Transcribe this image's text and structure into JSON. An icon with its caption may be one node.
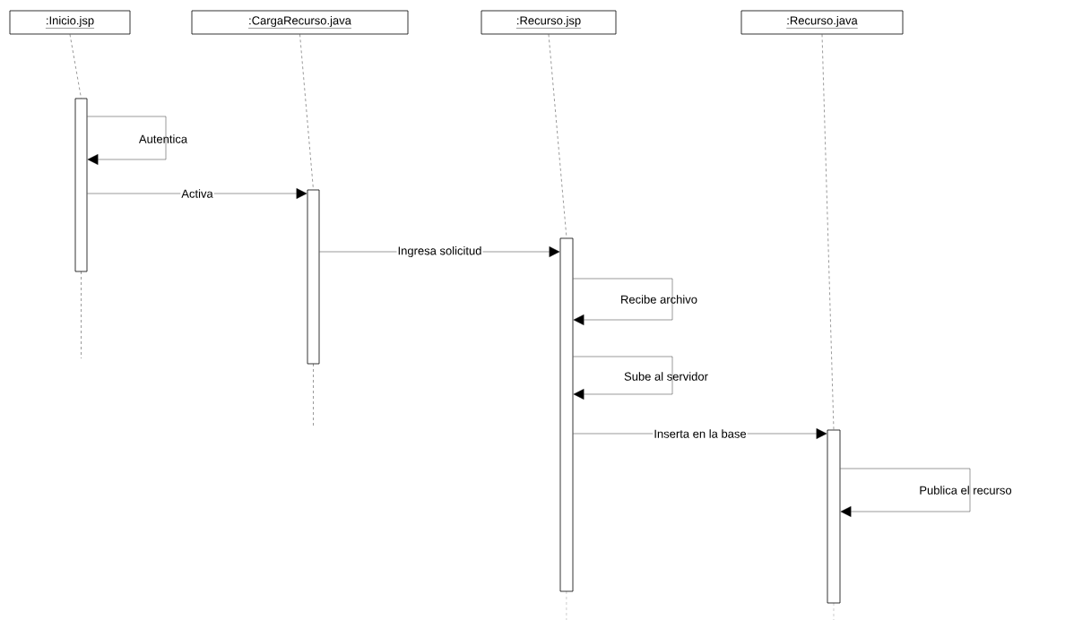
{
  "diagram": {
    "nodes": [
      {
        "text": [
          ":Inicio.jsp"
        ]
      },
      {
        "text": [
          ":CargaRecurso.java"
        ]
      },
      {
        "text": [
          ":Recurso.jsp"
        ]
      },
      {
        "text": [
          ":Recurso.java"
        ]
      },
      {
        "text": [],
        "shape": "bar"
      },
      {
        "text": [],
        "shape": "bar"
      },
      {
        "text": [],
        "shape": "bar"
      },
      {
        "text": [],
        "shape": "bar"
      }
    ],
    "edges": [
      {
        "from": 0,
        "to": 4,
        "arrow": "none",
        "style": "dashed"
      },
      {
        "from": 1,
        "to": 5,
        "arrow": "none",
        "style": "dashed"
      },
      {
        "from": 2,
        "to": 6,
        "arrow": "none",
        "style": "dashed"
      },
      {
        "from": 3,
        "to": 7,
        "arrow": "none",
        "style": "dashed"
      },
      {
        "from": 4,
        "to": 4,
        "arrow": "to",
        "label": "Autentica"
      },
      {
        "from": 4,
        "to": 5,
        "arrow": "to",
        "label": "Activa"
      },
      {
        "from": 5,
        "to": 6,
        "arrow": "to",
        "label": "Ingresa solicitud"
      },
      {
        "from": 6,
        "to": 6,
        "arrow": "to",
        "label": "Recibe archivo"
      },
      {
        "from": 6,
        "to": 6,
        "arrow": "to",
        "label": "Sube al servidor"
      },
      {
        "from": 6,
        "to": 7,
        "arrow": "to",
        "label": "Inserta en la base"
      },
      {
        "from": 7,
        "to": 7,
        "arrow": "to",
        "label": "Publica el recurso"
      }
    ]
  }
}
